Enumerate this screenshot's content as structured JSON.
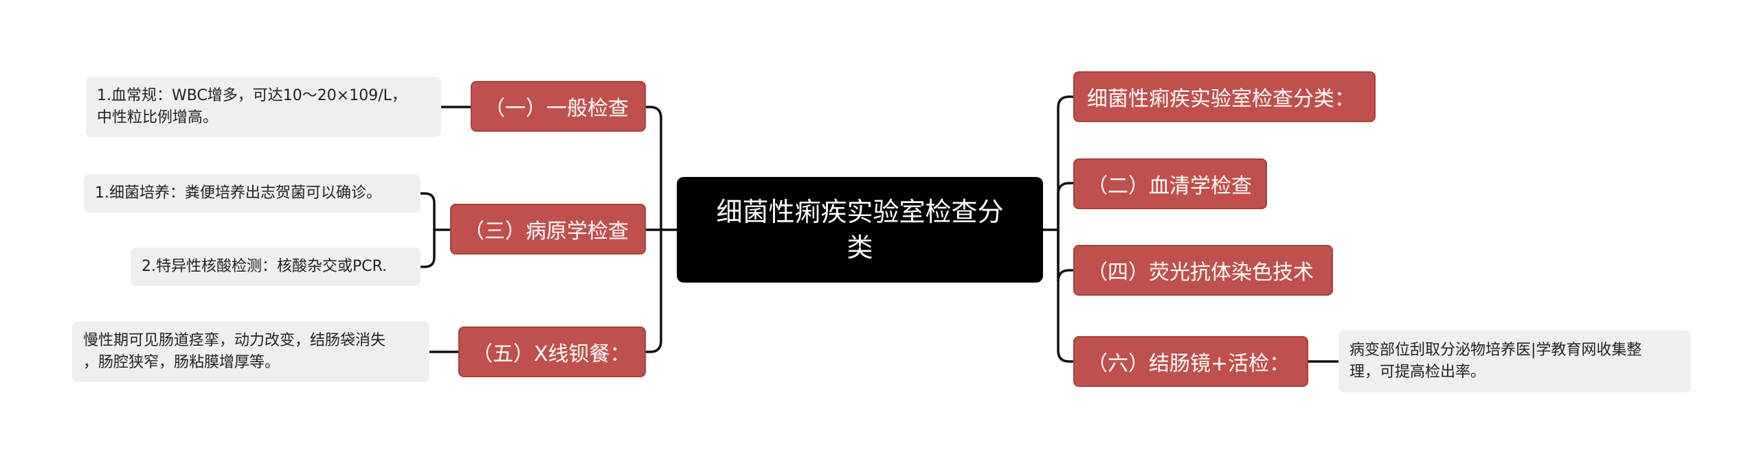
{
  "mindmap": {
    "root": {
      "line1": "细菌性痢疾实验室检查分",
      "line2": "类"
    },
    "left": [
      {
        "label": "（一）一般检查",
        "leaves": [
          {
            "line1": "1.血常规：WBC增多，可达10～20×109/L，",
            "line2": "中性粒比例增高。"
          }
        ]
      },
      {
        "label": "（三）病原学检查",
        "leaves": [
          {
            "line1": "1.细菌培养：粪便培养出志贺菌可以确诊。"
          },
          {
            "line1": "2.特异性核酸检测：核酸杂交或PCR."
          }
        ]
      },
      {
        "label": "（五）X线钡餐：",
        "leaves": [
          {
            "line1": "慢性期可见肠道痉挛，动力改变，结肠袋消失",
            "line2": "，肠腔狭窄，肠粘膜增厚等。"
          }
        ]
      }
    ],
    "right": [
      {
        "label": "细菌性痢疾实验室检查分类："
      },
      {
        "label": "（二）血清学检查"
      },
      {
        "label": "（四）荧光抗体染色技术"
      },
      {
        "label": "（六）结肠镜+活检：",
        "leaves": [
          {
            "line1": "病变部位刮取分泌物培养医|学教育网收集整",
            "line2": "理，可提高检出率。"
          }
        ]
      }
    ]
  },
  "colors": {
    "root_fill": "#000000",
    "branch_fill": "#c0504d",
    "leaf_fill": "#efefef",
    "connector": "#111111"
  }
}
